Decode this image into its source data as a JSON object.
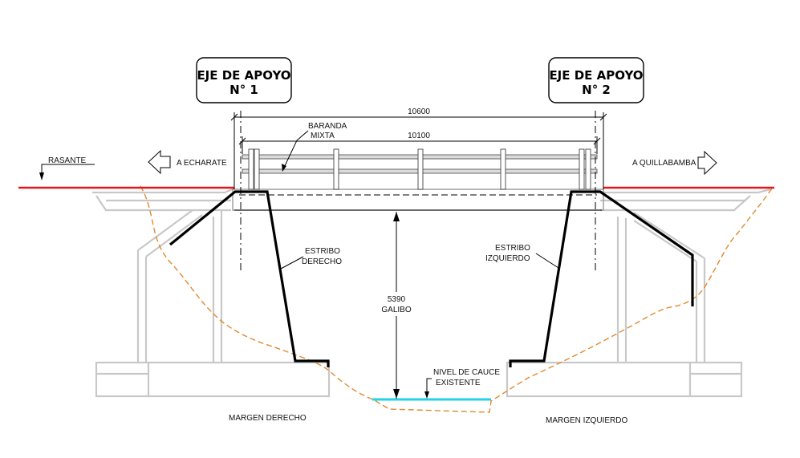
{
  "axis_labels": {
    "left": {
      "line1": "EJE DE APOYO",
      "line2": "N° 1"
    },
    "right": {
      "line1": "EJE DE APOYO",
      "line2": "N° 2"
    }
  },
  "dimensions": {
    "total": "10600",
    "deck": "10100",
    "clearance_value": "5390",
    "clearance_label": "GALIBO"
  },
  "labels": {
    "rasante": "RASANTE",
    "to_left": "A ECHARATE",
    "to_right": "A QUILLABAMBA",
    "railing_line1": "BARANDA",
    "railing_line2": "MIXTA",
    "abutment_right_line1": "ESTRIBO",
    "abutment_right_line2": "DERECHO",
    "abutment_left_line1": "ESTRIBO",
    "abutment_left_line2": "IZQUIERDO",
    "water_line1": "NIVEL DE CAUCE",
    "water_line2": "EXISTENTE",
    "bank_right": "MARGEN DERECHO",
    "bank_left": "MARGEN IZQUIERDO"
  },
  "colors": {
    "rasante": "#e8141c",
    "water": "#22d3e6",
    "ground": "#e08a2e",
    "gray_structure": "#c8c8c8"
  }
}
